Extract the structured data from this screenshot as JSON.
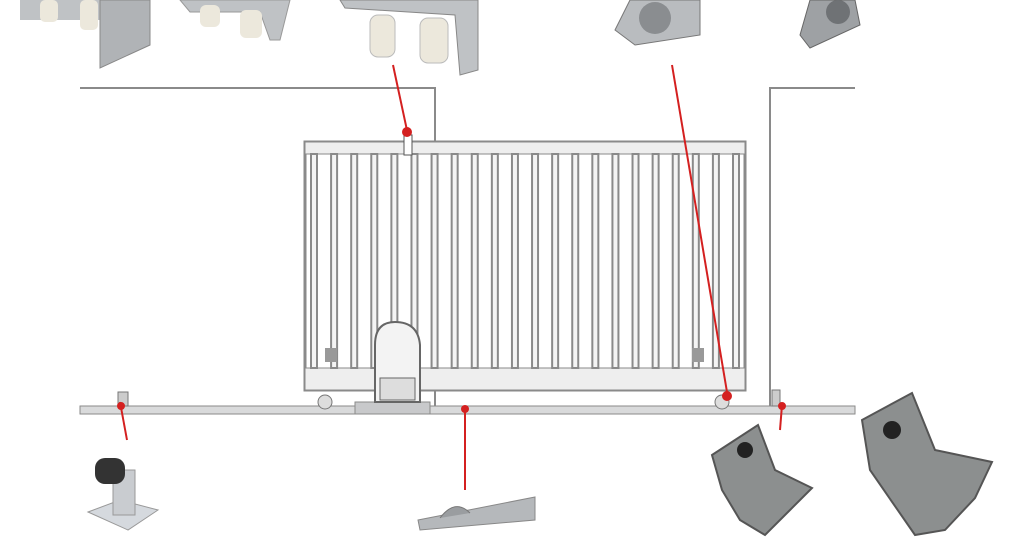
{
  "colors": {
    "line": "#8a8a8a",
    "arrow": "#d42020",
    "metal": "#b9bcbf",
    "metal_dark": "#7d8084",
    "roller": "#ece8dc",
    "background": "#ffffff"
  },
  "diagram": {
    "subject": "sliding-gate",
    "gate_bar_count": 22,
    "arrow_count": 5
  }
}
